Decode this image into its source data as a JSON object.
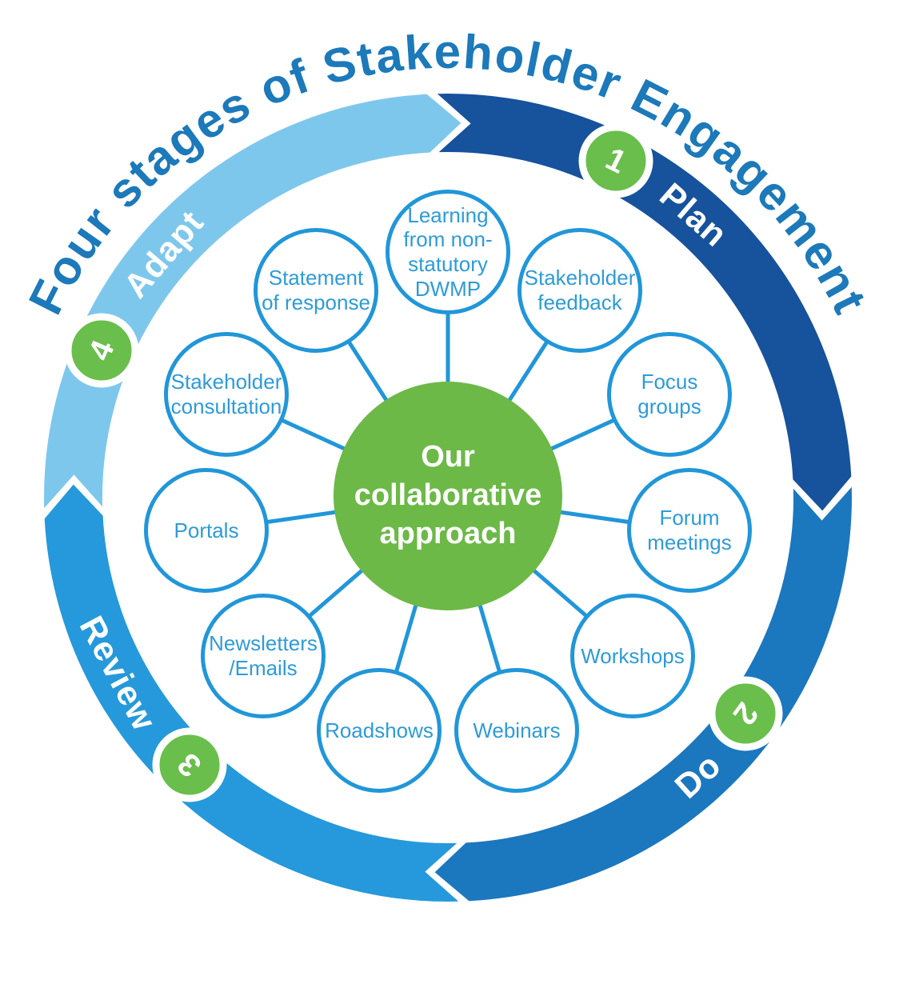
{
  "title": "Four stages of Stakeholder Engagement",
  "center": {
    "label": "Our collaborative approach",
    "color": "#6CB947"
  },
  "badge_color": "#69BE4C",
  "stages": [
    {
      "number": "1",
      "label": "Plan",
      "color": "#17529C"
    },
    {
      "number": "2",
      "label": "Do",
      "color": "#1B77BE"
    },
    {
      "number": "3",
      "label": "Review",
      "color": "#2599DB"
    },
    {
      "number": "4",
      "label": "Adapt",
      "color": "#7EC7EC"
    }
  ],
  "satellites": [
    {
      "label": "Learning from non-statutory DWMP"
    },
    {
      "label": "Stakeholder feedback"
    },
    {
      "label": "Focus groups"
    },
    {
      "label": "Forum meetings"
    },
    {
      "label": "Workshops"
    },
    {
      "label": "Webinars"
    },
    {
      "label": "Roadshows"
    },
    {
      "label": "Newsletters /Emails"
    },
    {
      "label": "Portals"
    },
    {
      "label": "Stakeholder consultation"
    },
    {
      "label": "Statement of response"
    }
  ],
  "colors": {
    "title_blue": "#1C79BA",
    "circle_border": "#2196D9",
    "circle_text": "#2E9BD8",
    "spoke": "#2196D9",
    "background": "#FFFFFF"
  }
}
